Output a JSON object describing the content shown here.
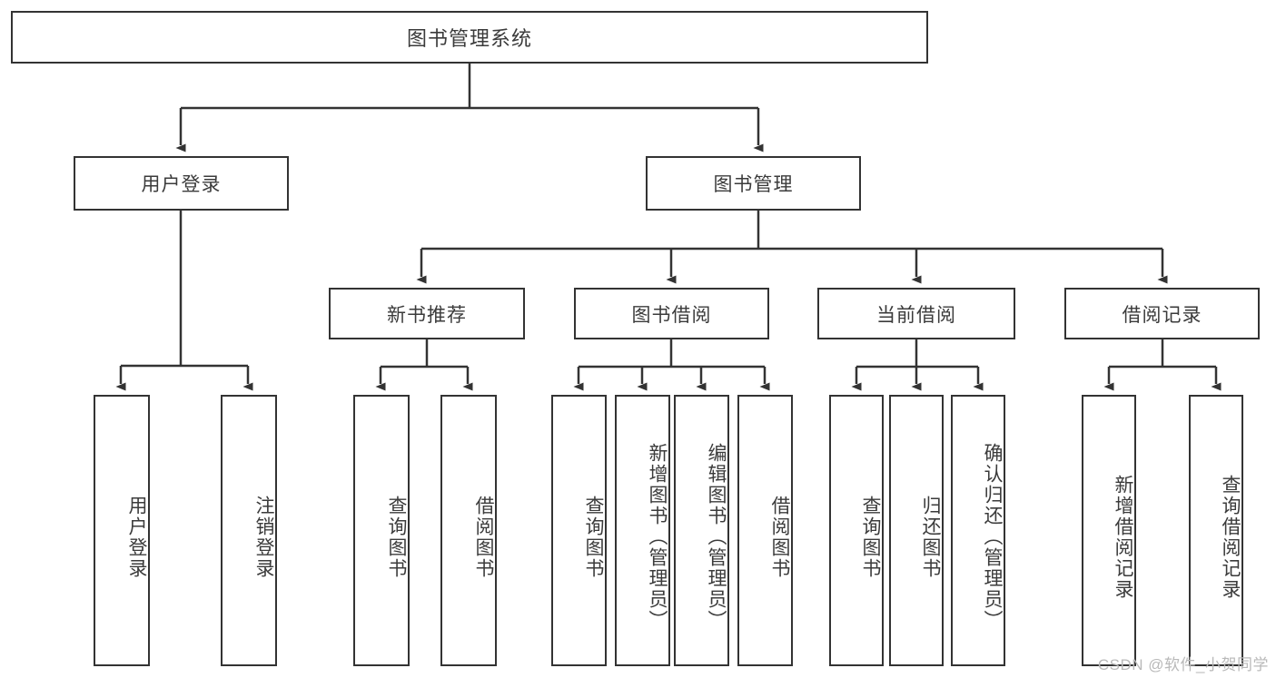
{
  "diagram": {
    "type": "hierarchy-tree",
    "title": "图书管理系统",
    "levels": [
      {
        "level": 1,
        "nodes": [
          {
            "id": "root",
            "label": "图书管理系统",
            "orientation": "horizontal"
          }
        ]
      },
      {
        "level": 2,
        "nodes": [
          {
            "id": "login",
            "label": "用户登录",
            "orientation": "horizontal",
            "parent": "root"
          },
          {
            "id": "bookmgmt",
            "label": "图书管理",
            "orientation": "horizontal",
            "parent": "root"
          }
        ]
      },
      {
        "level": 3,
        "nodes": [
          {
            "id": "newbook",
            "label": "新书推荐",
            "orientation": "horizontal",
            "parent": "bookmgmt"
          },
          {
            "id": "borrow",
            "label": "图书借阅",
            "orientation": "horizontal",
            "parent": "bookmgmt"
          },
          {
            "id": "current",
            "label": "当前借阅",
            "orientation": "horizontal",
            "parent": "bookmgmt"
          },
          {
            "id": "record",
            "label": "借阅记录",
            "orientation": "horizontal",
            "parent": "bookmgmt"
          }
        ]
      },
      {
        "level": 4,
        "nodes": [
          {
            "id": "leaf1",
            "label": "用户登录",
            "orientation": "vertical",
            "parent": "login"
          },
          {
            "id": "leaf2",
            "label": "注销登录",
            "orientation": "vertical",
            "parent": "login"
          },
          {
            "id": "leaf3",
            "label": "查询图书",
            "orientation": "vertical",
            "parent": "newbook"
          },
          {
            "id": "leaf4",
            "label": "借阅图书",
            "orientation": "vertical",
            "parent": "newbook"
          },
          {
            "id": "leaf5",
            "label": "查询图书",
            "orientation": "vertical",
            "parent": "borrow"
          },
          {
            "id": "leaf6",
            "label": "新增图书（管理员）",
            "orientation": "vertical",
            "parent": "borrow"
          },
          {
            "id": "leaf7",
            "label": "编辑图书（管理员）",
            "orientation": "vertical",
            "parent": "borrow"
          },
          {
            "id": "leaf8",
            "label": "借阅图书",
            "orientation": "vertical",
            "parent": "borrow"
          },
          {
            "id": "leaf9",
            "label": "查询图书",
            "orientation": "vertical",
            "parent": "current"
          },
          {
            "id": "leaf10",
            "label": "归还图书",
            "orientation": "vertical",
            "parent": "current"
          },
          {
            "id": "leaf11",
            "label": "确认归还（管理员）",
            "orientation": "vertical",
            "parent": "current"
          },
          {
            "id": "leaf12",
            "label": "新增借阅记录",
            "orientation": "vertical",
            "parent": "record"
          },
          {
            "id": "leaf13",
            "label": "查询借阅记录",
            "orientation": "vertical",
            "parent": "record"
          }
        ]
      }
    ]
  },
  "watermark": {
    "text": "CSDN @软件_小贺同学"
  },
  "colors": {
    "box_border": "#333333",
    "box_fill": "#ffffff",
    "text": "#3b3b3b",
    "edge": "#333333",
    "watermark": "#b9b9b9",
    "background": "#ffffff"
  }
}
